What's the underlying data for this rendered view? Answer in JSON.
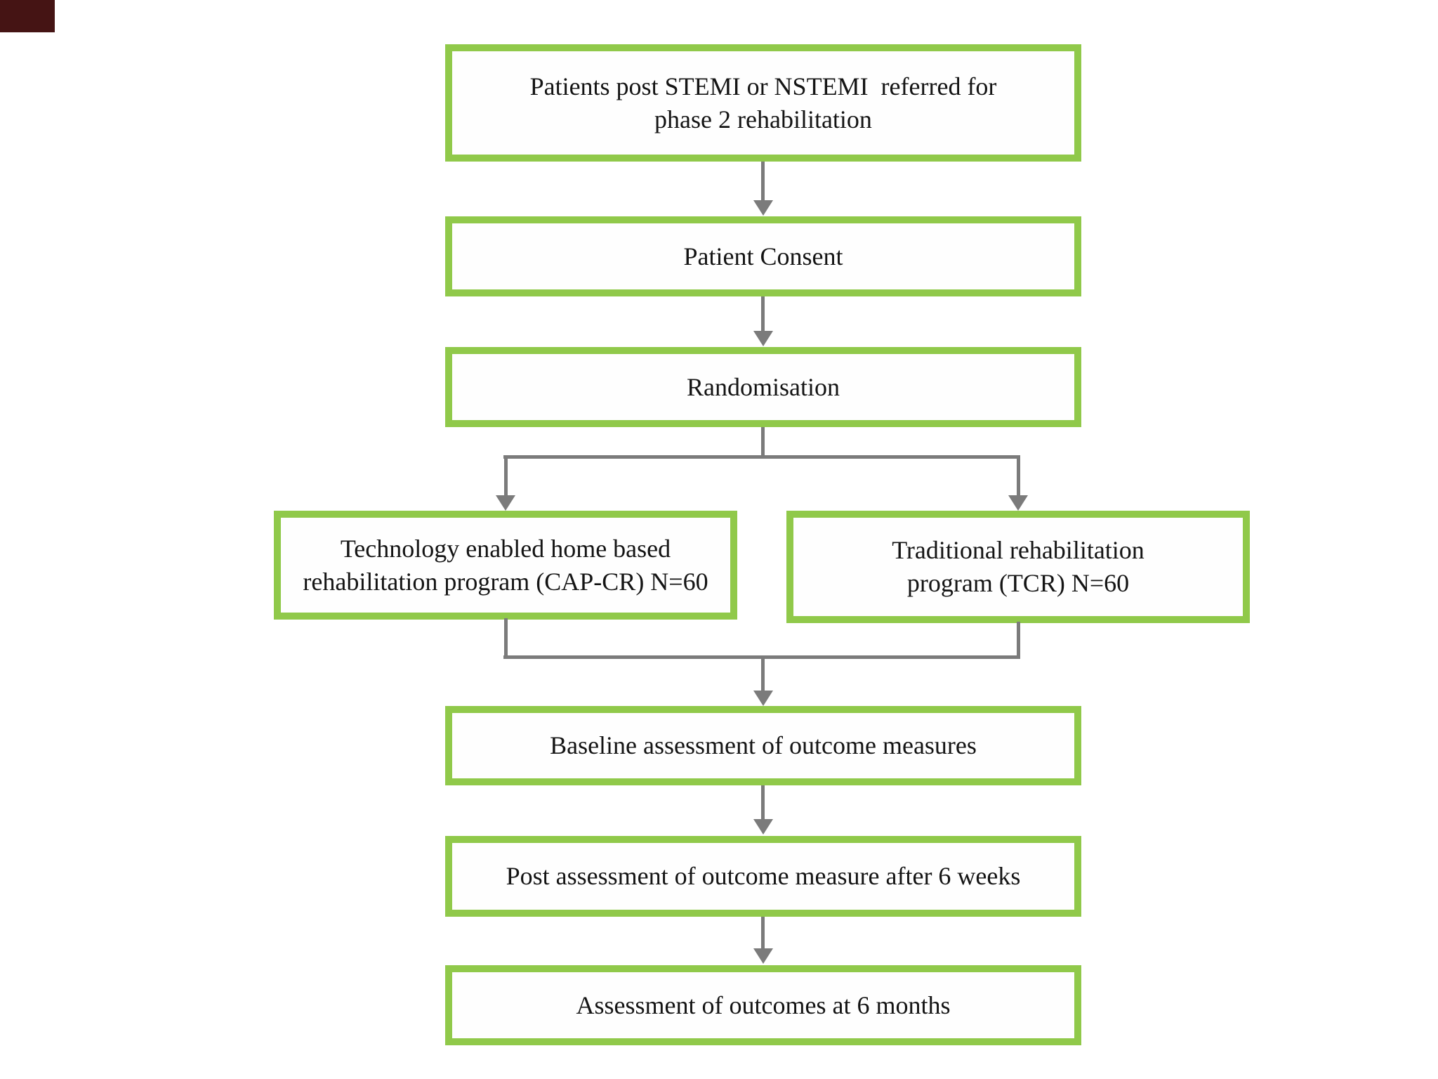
{
  "colors": {
    "background": "#ffffff",
    "box_border_green": "#90c94a",
    "connector_gray": "#7b7b7b",
    "text": "#141414",
    "corner_marker": "#451414"
  },
  "flowchart": {
    "nodes": [
      {
        "id": "referral",
        "lines": [
          "Patients post STEMI or NSTEMI  referred for",
          "phase 2 rehabilitation"
        ]
      },
      {
        "id": "consent",
        "lines": [
          "Patient Consent"
        ]
      },
      {
        "id": "randomisation",
        "lines": [
          "Randomisation"
        ]
      },
      {
        "id": "cap-cr",
        "lines": [
          "Technology enabled home based",
          "rehabilitation program (CAP-CR) N=60"
        ]
      },
      {
        "id": "tcr",
        "lines": [
          "Traditional rehabilitation",
          "program (TCR) N=60"
        ]
      },
      {
        "id": "baseline",
        "lines": [
          "Baseline assessment of outcome measures"
        ]
      },
      {
        "id": "post-6-weeks",
        "lines": [
          "Post assessment of outcome measure after 6 weeks"
        ]
      },
      {
        "id": "six-months",
        "lines": [
          "Assessment of outcomes at 6 months"
        ]
      }
    ],
    "edges": [
      {
        "from": "referral",
        "to": "consent"
      },
      {
        "from": "consent",
        "to": "randomisation"
      },
      {
        "from": "randomisation",
        "to": "cap-cr"
      },
      {
        "from": "randomisation",
        "to": "tcr"
      },
      {
        "from": "cap-cr",
        "to": "baseline"
      },
      {
        "from": "tcr",
        "to": "baseline"
      },
      {
        "from": "baseline",
        "to": "post-6-weeks"
      },
      {
        "from": "post-6-weeks",
        "to": "six-months"
      }
    ]
  }
}
